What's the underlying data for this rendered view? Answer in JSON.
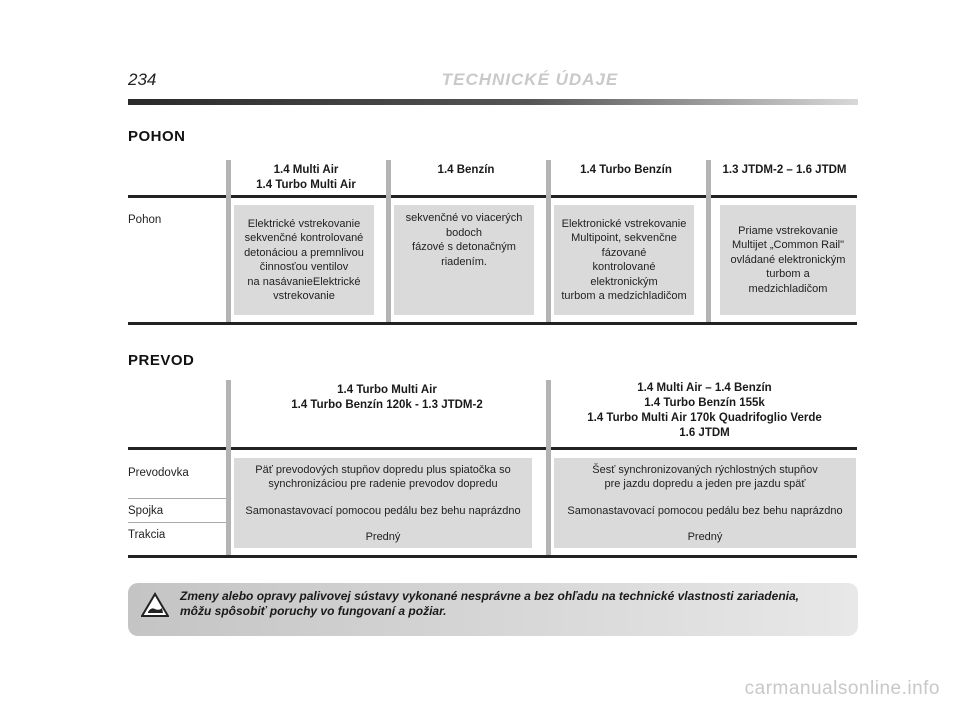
{
  "header": {
    "page_number": "234",
    "running_title": "TECHNICKÉ ÚDAJE"
  },
  "pohon": {
    "title": "POHON",
    "columns": [
      {
        "line1": "1.4 Multi Air",
        "line2": "1.4 Turbo Multi Air"
      },
      {
        "line1": "1.4 Benzín",
        "line2": ""
      },
      {
        "line1": "1.4 Turbo Benzín",
        "line2": ""
      },
      {
        "line1": "1.3 JTDM-2 – 1.6 JTDM",
        "line2": ""
      }
    ],
    "row_label": "Pohon",
    "cells": [
      [
        "Elektrické vstrekovanie",
        "sekvenčné kontrolované",
        "detonáciou a premnlivou",
        "činnosťou ventilov",
        "na nasávanieElektrické",
        "vstrekovanie"
      ],
      [
        "sekvenčné vo viacerých",
        "bodoch",
        "fázové s detonačným",
        "riadením."
      ],
      [
        "Elektronické vstrekovanie",
        "Multipoint, sekvenčne",
        "fázované",
        "kontrolované",
        "elektronickým",
        "turbom a medzichladičom"
      ],
      [
        "Priame vstrekovanie",
        "Multijet „Common Rail\"",
        "ovládané elektronickým",
        "turbom a",
        "medzichladičom"
      ]
    ]
  },
  "prevod": {
    "title": "PREVOD",
    "columns": [
      {
        "lines": [
          "1.4 Turbo Multi Air",
          "1.4 Turbo Benzín 120k - 1.3 JTDM-2"
        ]
      },
      {
        "lines": [
          "1.4 Multi Air – 1.4 Benzín",
          "1.4 Turbo Benzín 155k",
          "1.4 Turbo Multi Air 170k Quadrifoglio Verde",
          "1.6 JTDM"
        ]
      }
    ],
    "rows": [
      {
        "label": "Prevodovka",
        "col1": [
          "Päť prevodových stupňov dopredu plus spiatočka so",
          "synchronizáciou pre radenie prevodov dopredu"
        ],
        "col2": [
          "Šesť synchronizovaných rýchlostných stupňov",
          "pre jazdu dopredu a jeden pre jazdu späť"
        ]
      },
      {
        "label": "Spojka",
        "col1": [
          "Samonastavovací pomocou pedálu bez behu naprázdno"
        ],
        "col2": [
          "Samonastavovací pomocou pedálu bez behu naprázdno"
        ]
      },
      {
        "label": "Trakcia",
        "col1": [
          "Predný"
        ],
        "col2": [
          "Predný"
        ]
      }
    ]
  },
  "note": {
    "icon": "warning-triangle-icon",
    "line1": "Zmeny alebo opravy palivovej sústavy vykonané nesprávne a bez ohľadu na technické vlastnosti zariadenia,",
    "line2": "môžu spôsobiť poruchy vo fungovaní a požiar."
  },
  "watermark": "carmanualsonline.info"
}
